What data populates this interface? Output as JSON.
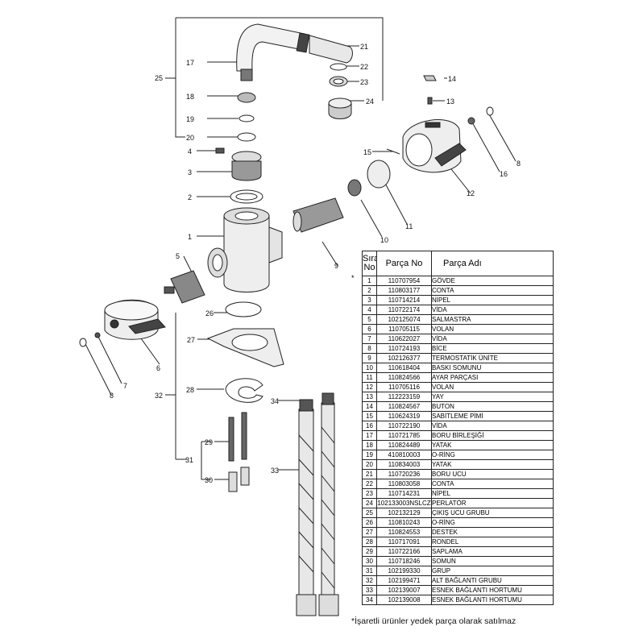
{
  "callouts": [
    "1",
    "2",
    "3",
    "4",
    "5",
    "6",
    "7",
    "8",
    "9",
    "10",
    "11",
    "12",
    "13",
    "14",
    "15",
    "16",
    "17",
    "18",
    "19",
    "20",
    "21",
    "22",
    "23",
    "24",
    "25",
    "26",
    "27",
    "28",
    "29",
    "30",
    "31",
    "32",
    "33",
    "34"
  ],
  "table": {
    "headers": {
      "no_line1": "Sıra",
      "no_line2": "No",
      "code": "Parça No",
      "name": "Parça Adı"
    },
    "rows": [
      {
        "no": "1",
        "code": "110707954",
        "name": "GÖVDE"
      },
      {
        "no": "2",
        "code": "110803177",
        "name": "CONTA"
      },
      {
        "no": "3",
        "code": "110714214",
        "name": "NİPEL"
      },
      {
        "no": "4",
        "code": "110722174",
        "name": "VİDA"
      },
      {
        "no": "5",
        "code": "102125074",
        "name": "SALMASTRA"
      },
      {
        "no": "6",
        "code": "110705115",
        "name": "VOLAN"
      },
      {
        "no": "7",
        "code": "110622027",
        "name": "VİDA"
      },
      {
        "no": "8",
        "code": "110724193",
        "name": "BİCE"
      },
      {
        "no": "9",
        "code": "102126377",
        "name": "TERMOSTATİK ÜNİTE"
      },
      {
        "no": "10",
        "code": "110618404",
        "name": "BASKI SOMUNU"
      },
      {
        "no": "11",
        "code": "110824566",
        "name": "AYAR PARÇASI"
      },
      {
        "no": "12",
        "code": "110705116",
        "name": "VOLAN"
      },
      {
        "no": "13",
        "code": "112223159",
        "name": "YAY"
      },
      {
        "no": "14",
        "code": "110824567",
        "name": "BUTON"
      },
      {
        "no": "15",
        "code": "110624319",
        "name": "SABİTLEME PİMİ"
      },
      {
        "no": "16",
        "code": "110722190",
        "name": "VİDA"
      },
      {
        "no": "17",
        "code": "110721785",
        "name": "BORU BİRLEŞİĞİ"
      },
      {
        "no": "18",
        "code": "110824489",
        "name": "YATAK"
      },
      {
        "no": "19",
        "code": "410810003",
        "name": "O-RİNG"
      },
      {
        "no": "20",
        "code": "110834003",
        "name": "YATAK"
      },
      {
        "no": "21",
        "code": "110720236",
        "name": "BORU UCU"
      },
      {
        "no": "22",
        "code": "110803058",
        "name": "CONTA"
      },
      {
        "no": "23",
        "code": "110714231",
        "name": "NİPEL"
      },
      {
        "no": "24",
        "code": "102133003NSLCZ",
        "name": "PERLATÖR"
      },
      {
        "no": "25",
        "code": "102132129",
        "name": "ÇIKIŞ UCU GRUBU"
      },
      {
        "no": "26",
        "code": "110810243",
        "name": "O-RİNG"
      },
      {
        "no": "27",
        "code": "110824553",
        "name": "DESTEK"
      },
      {
        "no": "28",
        "code": "110717091",
        "name": "RONDEL"
      },
      {
        "no": "29",
        "code": "110722166",
        "name": "SAPLAMA"
      },
      {
        "no": "30",
        "code": "110718246",
        "name": "SOMUN"
      },
      {
        "no": "31",
        "code": "102199330",
        "name": "GRUP"
      },
      {
        "no": "32",
        "code": "102199471",
        "name": "ALT BAĞLANTI GRUBU"
      },
      {
        "no": "33",
        "code": "102139007",
        "name": "ESNEK BAĞLANTI HORTUMU"
      },
      {
        "no": "34",
        "code": "102139008",
        "name": "ESNEK BAĞLANTI HORTUMU"
      }
    ]
  },
  "marker": "*",
  "footnote": "*İşaretli ürünler yedek parça olarak satılmaz"
}
